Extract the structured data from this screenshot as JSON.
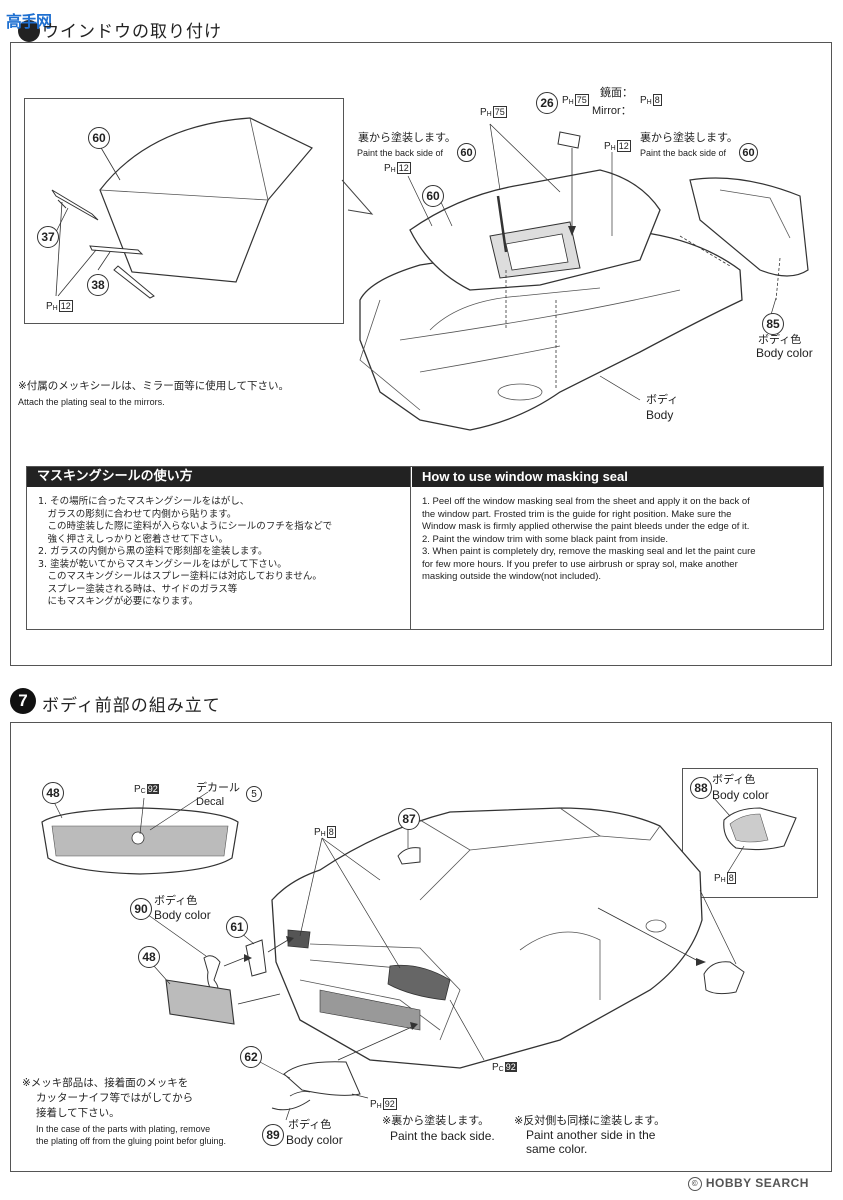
{
  "header": {
    "logo_text": "高手网",
    "step6_title": "ウインドウの取り付け"
  },
  "step6": {
    "parts": {
      "p60": "60",
      "p37": "37",
      "p38": "38",
      "p26": "26",
      "p85": "85"
    },
    "paint_codes": {
      "ph": "P",
      "ph_sub": "H",
      "ph12": "12",
      "ph75": "75",
      "ph8": "8"
    },
    "mirror_jp": "鏡面：",
    "mirror_en": "Mirror：",
    "back_jp": "裏から塗装します。",
    "back_en": "Paint the back side of",
    "body_color_jp": "ボディ色",
    "body_color_en": "Body color",
    "body_jp": "ボディ",
    "body_en": "Body",
    "note_jp": "※付属のメッキシールは、ミラー面等に使用して下さい。",
    "note_en": "Attach the plating seal to the mirrors."
  },
  "masking": {
    "title_jp": "マスキングシールの使い方",
    "title_en": "How to use window masking seal",
    "jp_lines": [
      "1. その場所に合ったマスキングシールをはがし、",
      "　ガラスの彫刻に合わせて内側から貼ります。",
      "　この時塗装した際に塗料が入らないようにシールのフチを指などで",
      "　強く押さえしっかりと密着させて下さい。",
      "2. ガラスの内側から黒の塗料で彫刻部を塗装します。",
      "3. 塗装が乾いてからマスキングシールをはがして下さい。",
      "　このマスキングシールはスプレー塗料には対応しておりません。",
      "　スプレー塗装される時は、サイドのガラス等",
      "　にもマスキングが必要になります。"
    ],
    "en_lines": [
      "1. Peel off the window masking seal from the sheet and apply it on the back of",
      "    the window part. Frosted trim is the guide for right position. Make sure the",
      "    Window mask is firmly applied otherwise the paint bleeds under the edge of it.",
      "2. Paint the window trim with some black paint from inside.",
      "3. When paint is completely dry, remove the masking seal and let the paint cure",
      "    for few more hours. If you prefer to use airbrush or spray sol, make another",
      "    masking outside the window(not included)."
    ]
  },
  "step7": {
    "number": "7",
    "title": "ボディ前部の組み立て",
    "parts": {
      "p48a": "48",
      "p48b": "48",
      "p87": "87",
      "p88": "88",
      "p90": "90",
      "p61": "61",
      "p62": "62",
      "p89": "89",
      "decal5": "5"
    },
    "paint_codes": {
      "pc": "P",
      "pc_sub": "C",
      "pc92": "92",
      "ph8": "8",
      "ph92": "92"
    },
    "decal_jp": "デカール",
    "decal_en": "Decal",
    "body_color_jp": "ボディ色",
    "body_color_en": "Body color",
    "back_jp": "※裏から塗装します。",
    "back_en": "Paint the back side.",
    "other_jp": "※反対側も同様に塗装します。",
    "other_en_1": "Paint another side in the",
    "other_en_2": "same color.",
    "note_jp_1": "※メッキ部品は、接着面のメッキを",
    "note_jp_2": "カッターナイフ等ではがしてから",
    "note_jp_3": "接着して下さい。",
    "note_en_1": "In the case of the parts with plating, remove",
    "note_en_2": "the plating off from the gluing point befor gluing."
  },
  "footer": {
    "brand": "HOBBY SEARCH",
    "copyright": "© HOBBY SEARCH"
  }
}
